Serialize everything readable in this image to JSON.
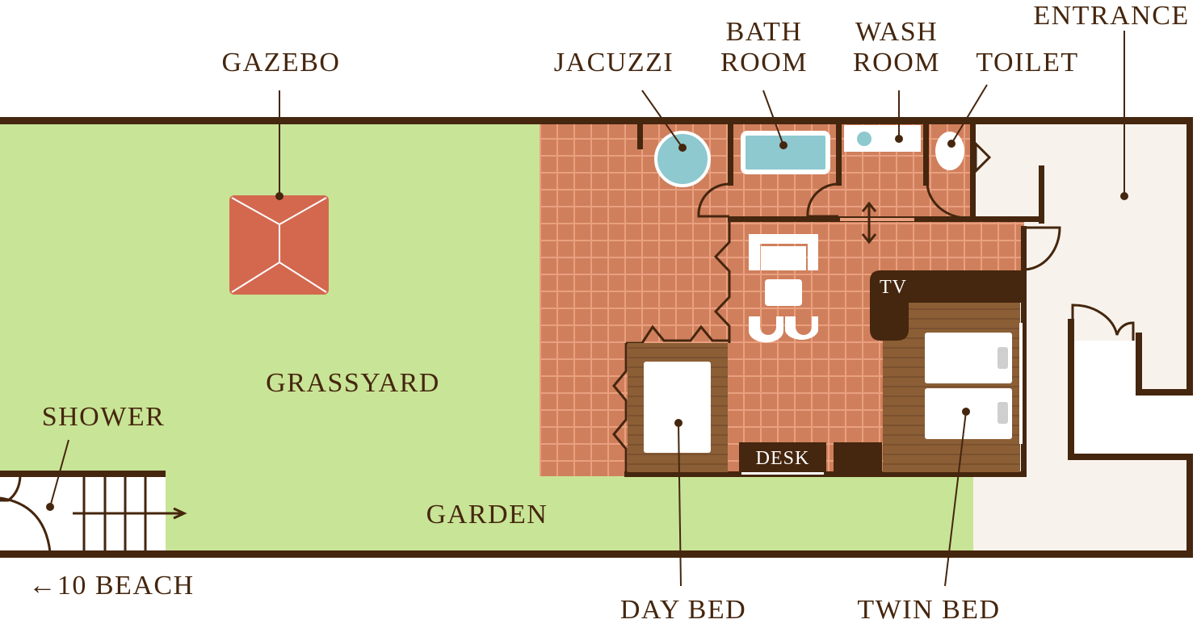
{
  "title": "Villa floor plan",
  "labels": {
    "gazebo": "GAZEBO",
    "jacuzzi": "JACUZZI",
    "bath_room": [
      "BATH",
      "ROOM"
    ],
    "wash_room": [
      "WASH",
      "ROOM"
    ],
    "toilet": "TOILET",
    "entrance": "ENTRANCE",
    "grassyard": "GRASSYARD",
    "shower": "SHOWER",
    "garden": "GARDEN",
    "beach": "←10 BEACH",
    "day_bed": "DAY BED",
    "twin_bed": "TWIN BED",
    "tv": "TV",
    "desk": "DESK"
  },
  "colors": {
    "wall": "#45260e",
    "grass": "#c8e496",
    "tile": "#d07f5c",
    "tile_line": "#e9a07f",
    "wood": "#8b5e35",
    "entrance_floor": "#f7f2ec",
    "water": "#8ec9cf",
    "gazebo": "#d4684f"
  }
}
